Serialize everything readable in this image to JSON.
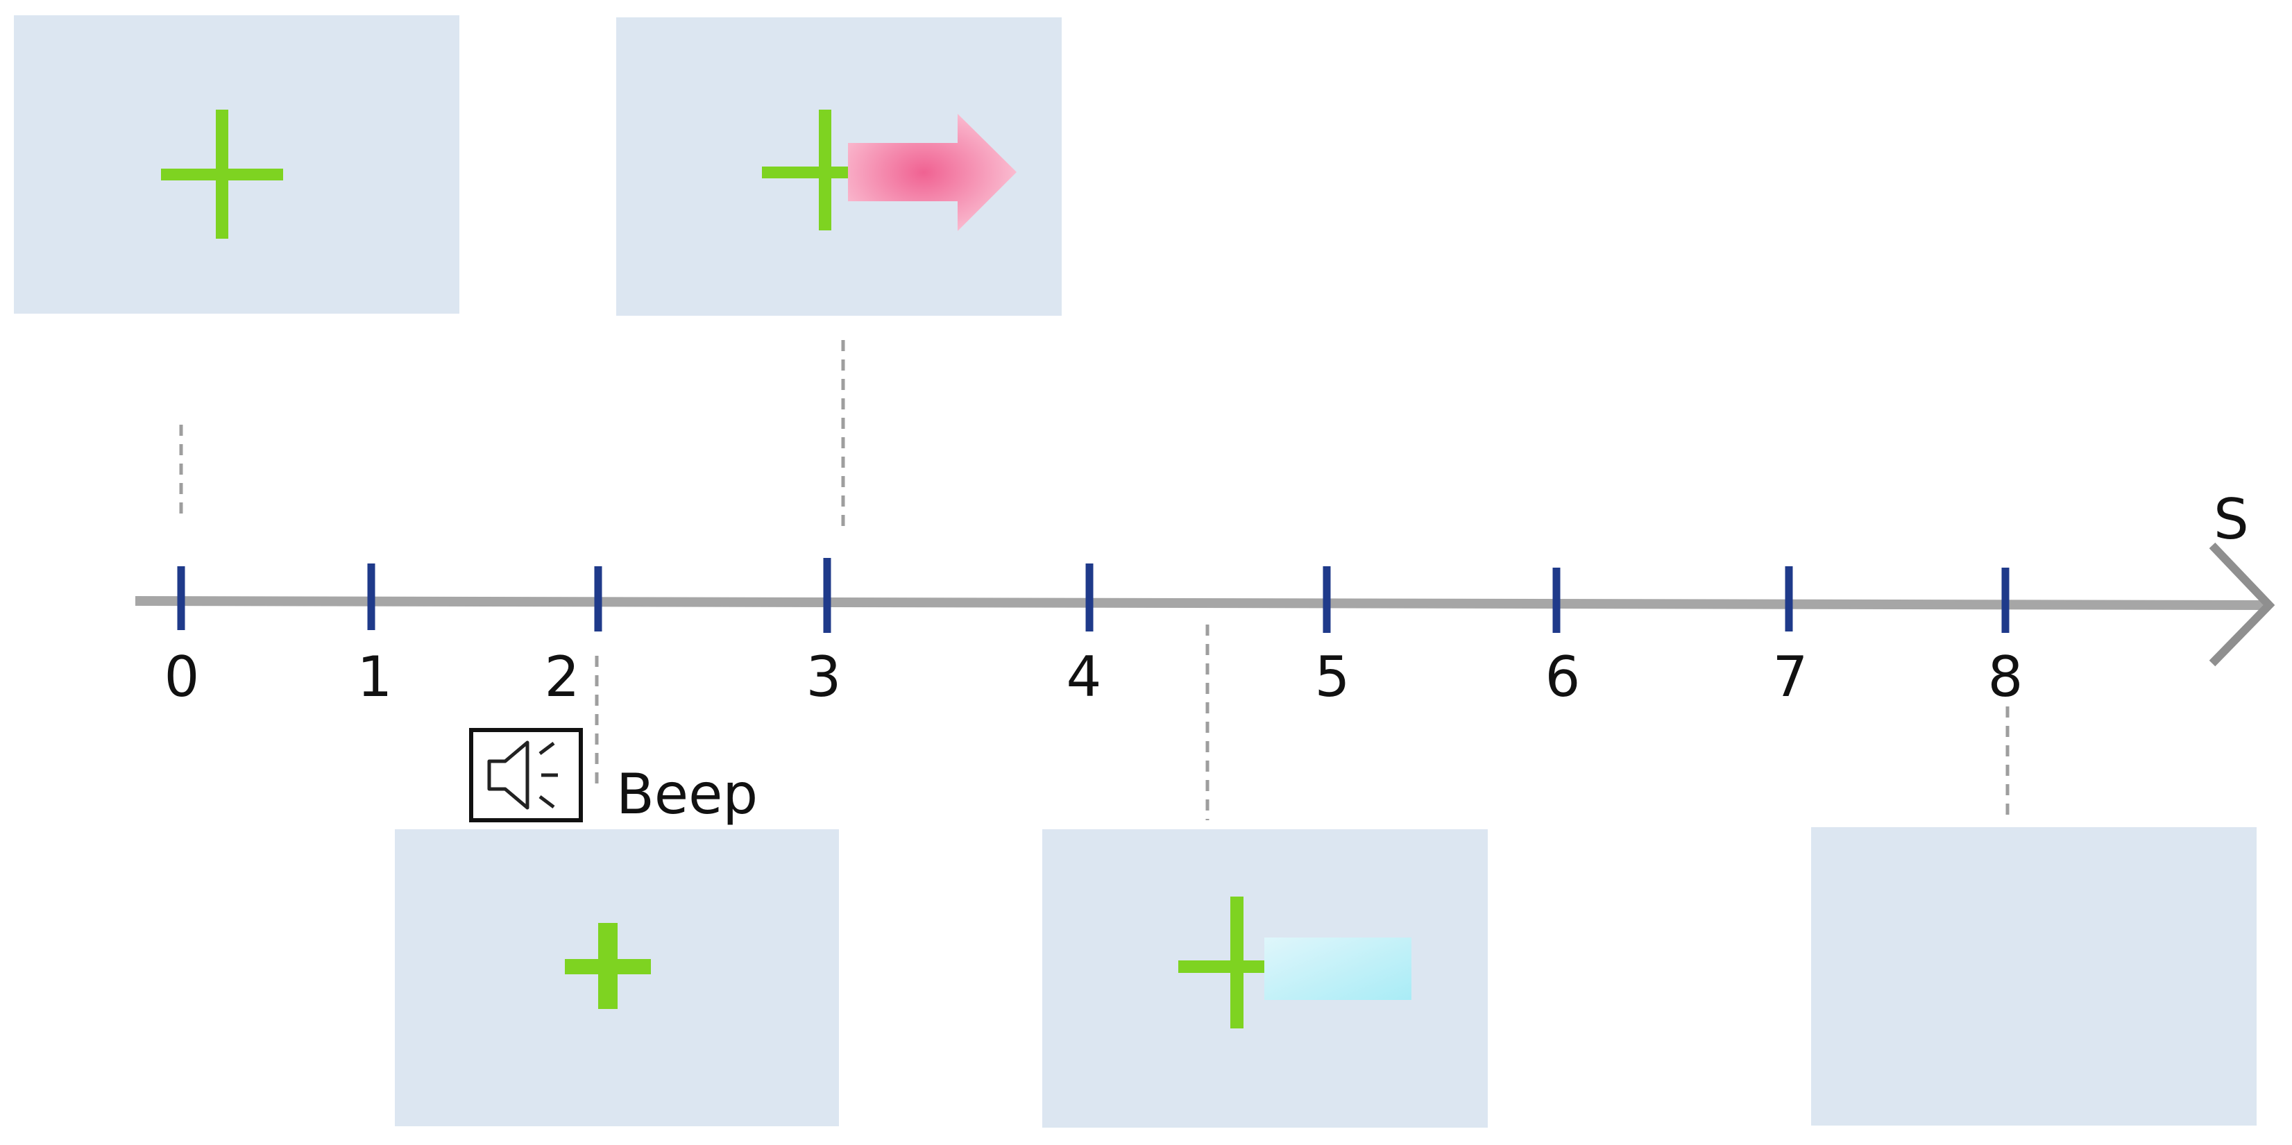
{
  "timeline": {
    "unit_label": "S",
    "ticks": [
      "0",
      "1",
      "2",
      "3",
      "4",
      "5",
      "6",
      "7",
      "8"
    ]
  },
  "events": {
    "beep": {
      "label": "Beep",
      "icon": "speaker-icon"
    }
  },
  "screens": [
    {
      "id": "fixation-start",
      "time": "0",
      "content": "fixation-cross"
    },
    {
      "id": "fixation-beep",
      "time": "2",
      "content": "fixation-cross"
    },
    {
      "id": "arrow-cue",
      "time": "3",
      "content": "fixation-cross-with-arrow"
    },
    {
      "id": "bar-target",
      "time": "4.5",
      "content": "fixation-cross-with-bar"
    },
    {
      "id": "blank-end",
      "time": "8",
      "content": "blank"
    }
  ],
  "colors": {
    "screen_bg": "#dce6f1",
    "fixation": "#7ed321",
    "axis": "#a6a6a6",
    "tick": "#1f3a8a",
    "arrow": "#f48fb1",
    "bar": "#b2ebf2",
    "guide": "#9e9e9e"
  }
}
